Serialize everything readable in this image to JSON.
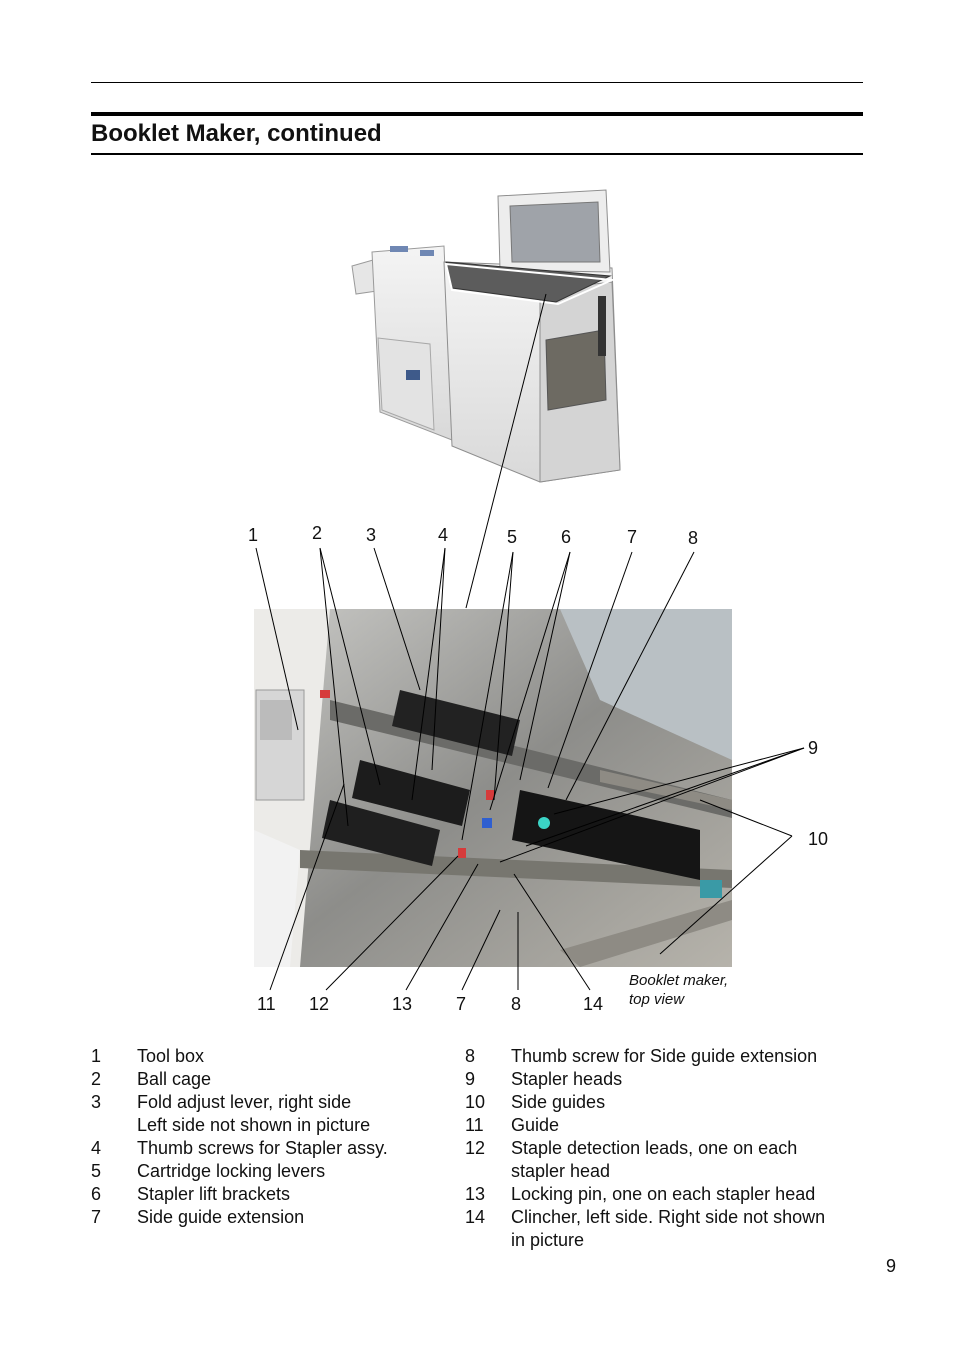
{
  "header": {
    "title": "Booklet Maker, continued"
  },
  "figure": {
    "caption_line1": "Booklet maker,",
    "caption_line2": "top view",
    "callouts_top": [
      "1",
      "2",
      "3",
      "4",
      "5",
      "6",
      "7",
      "8"
    ],
    "callouts_right": [
      "9",
      "10"
    ],
    "callouts_bottom": [
      "11",
      "12",
      "13",
      "7",
      "8",
      "14"
    ]
  },
  "legend_left": [
    {
      "num": "1",
      "lines": [
        "Tool box"
      ]
    },
    {
      "num": "2",
      "lines": [
        "Ball cage"
      ]
    },
    {
      "num": "3",
      "lines": [
        "Fold adjust lever, right side",
        "Left side not shown in picture"
      ]
    },
    {
      "num": "4",
      "lines": [
        "Thumb screws for Stapler assy."
      ]
    },
    {
      "num": "5",
      "lines": [
        "Cartridge locking levers"
      ]
    },
    {
      "num": "6",
      "lines": [
        "Stapler lift brackets"
      ]
    },
    {
      "num": "7",
      "lines": [
        "Side guide extension"
      ]
    }
  ],
  "legend_right": [
    {
      "num": "8",
      "lines": [
        "Thumb screw for Side guide extension"
      ]
    },
    {
      "num": "9",
      "lines": [
        "Stapler heads"
      ]
    },
    {
      "num": "10",
      "lines": [
        "Side guides"
      ]
    },
    {
      "num": "11",
      "lines": [
        "Guide"
      ]
    },
    {
      "num": "12",
      "lines": [
        "Staple detection leads, one on each",
        "stapler head"
      ]
    },
    {
      "num": "13",
      "lines": [
        "Locking pin, one on each stapler head"
      ]
    },
    {
      "num": "14",
      "lines": [
        "Clincher, left side. Right side not shown",
        "in picture"
      ]
    }
  ],
  "footer": {
    "page_number": "9"
  }
}
